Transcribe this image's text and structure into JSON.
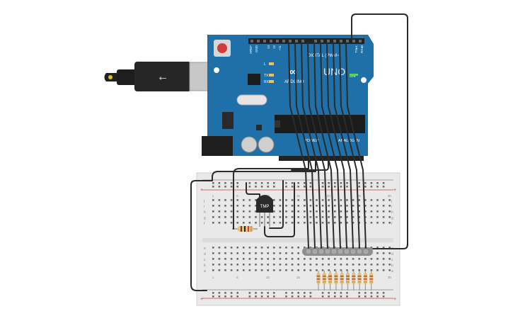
{
  "board": {
    "brand": "ARDUINO",
    "model": "UNO",
    "header_digital": "DIGITAL (PWM~)",
    "header_power": "POWER",
    "header_analog": "ANALOG IN",
    "on_label": "ON",
    "led_l": "L",
    "led_tx": "TX",
    "led_rx": "RX",
    "pin_aref": "AREF",
    "pin_gnd": "GND",
    "pin_13": "13",
    "pin_12": "12",
    "pin_11": "~11",
    "pin_tx": "TX▸1",
    "pin_rx": "RX◂0"
  },
  "sensor": {
    "label": "TMP"
  },
  "breadboard": {
    "rows_top": [
      "j",
      "i",
      "h",
      "g",
      "f"
    ],
    "rows_bottom": [
      "e",
      "d",
      "c",
      "b",
      "a"
    ],
    "col_labels": [
      "1",
      "5",
      "10",
      "15",
      "20",
      "25",
      "30"
    ],
    "plus": "+",
    "minus": "-"
  },
  "colors": {
    "board": "#1f6fa8",
    "board_dark": "#175a8a",
    "wire": "#2b2b2b",
    "breadboard": "#e9e9e9",
    "rail_red": "#d23b3b",
    "led": "#d94a2b",
    "led_bar": "#8f8f8f"
  }
}
